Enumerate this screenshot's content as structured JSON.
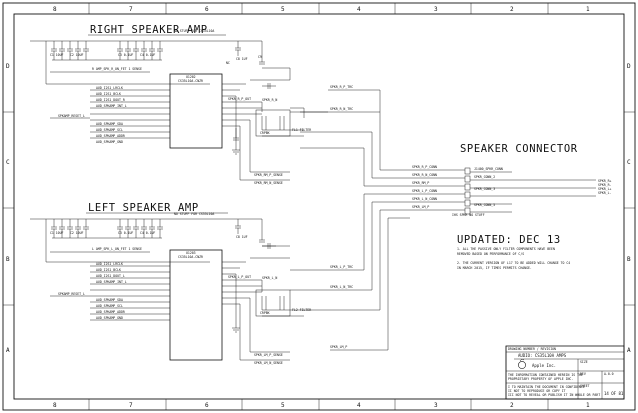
{
  "sheet": {
    "columns": [
      "8",
      "7",
      "6",
      "5",
      "4",
      "3",
      "2",
      "1"
    ],
    "rows": [
      "D",
      "C",
      "B",
      "A"
    ]
  },
  "titles": {
    "right_amp": "RIGHT SPEAKER AMP",
    "left_amp": "LEFT SPEAKER AMP",
    "speaker_connector": "SPEAKER CONNECTOR",
    "updated": "UPDATED: DEC 13"
  },
  "notes": {
    "line1a": "1. ALL THE PASSIVE ONLY FILTER COMPONENTS HAVE BEEN",
    "line1b": "REMOVED BASED ON PERFORMANCE OF C/S",
    "line2a": "2. THE CURRENT VERSION OF L17 TO BE ADDED WILL CHANGE TO C4",
    "line2b": "IN MARCH 2015, IF TIMES PERMITS CHANGE."
  },
  "title_block": {
    "title": "AUDIO: CS35L10A AMPS",
    "company": "Apple Inc.",
    "sheet_value": "14 OF 81",
    "sheet_label": "SHEET",
    "rev_label": "REV",
    "size_label": "SIZE",
    "drawing_label": "DRAWING NUMBER"
  }
}
